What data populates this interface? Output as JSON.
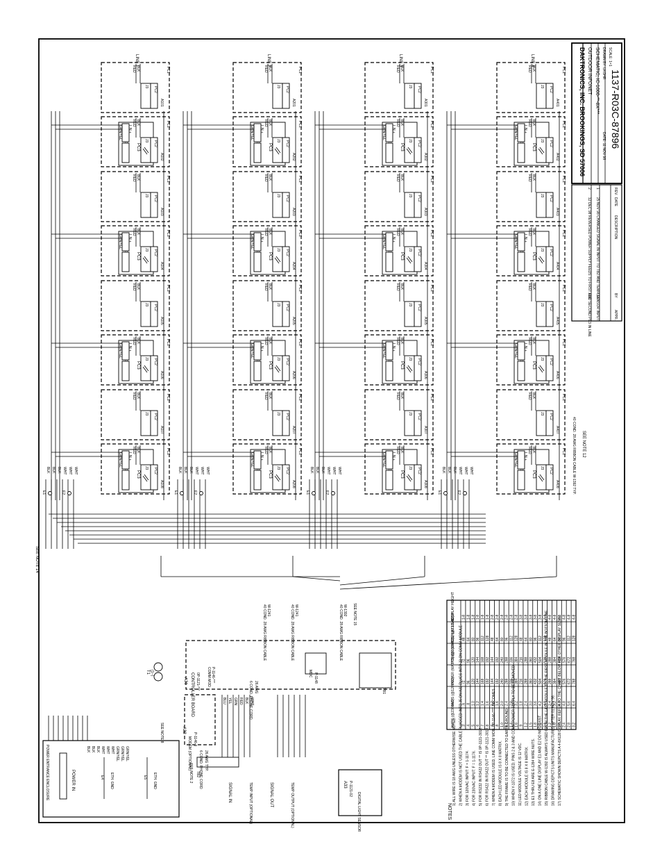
{
  "title_block": {
    "company": "DAKTRONICS, INC.   BROOKINGS, SD 57006",
    "project_label": "PROJ:",
    "project": "OUTDOOR INFONET",
    "title_label": "TITLE:",
    "title": "SCHEMATIC; IC-1000-**-8X***",
    "drawn_by": "DRAWN BY: LKOHR",
    "date": "DATE: 11 NOV 98",
    "scale": "SCALE: 1=1",
    "drawing_number": "1137-R03C-87896"
  },
  "revisions": {
    "headers": [
      "REV.",
      "DATE",
      "DESCRIPTION",
      "BY",
      "APPR."
    ],
    "rows": [
      [
        "2",
        "12 DEC 98",
        "REVERSED POWER SUPPLY FEEDS TO FIRST AND SECOND PC3 IN LINE",
        "LLK",
        ""
      ],
      [
        "1",
        "25 NOV 98",
        "CHANGED SIGNAL IN INPUT TO TB2 AND TEMP SENSOR INPUT",
        "LLK",
        ""
      ]
    ]
  },
  "lines": [
    {
      "label": "LINE 1",
      "prefix": "A1"
    },
    {
      "label": "LINE 2",
      "prefix": "A2"
    },
    {
      "label": "LINE 3",
      "prefix": "A3"
    },
    {
      "label": "LINE 4",
      "prefix": "A4"
    }
  ],
  "module": {
    "pc1": "PC1",
    "pc2": "PC2",
    "pc3": "PC3",
    "j3": "J3",
    "j2": "J2",
    "j1": "J1",
    "p1": "P1",
    "pins6": "1 2 3 4 5 6",
    "pins3": "1 2 3",
    "lnplus": "L N +",
    "blk": "BLK",
    "red": "RED",
    "grnyel": "GRN/YEL"
  },
  "feeds": {
    "wire_labels": [
      "BLK",
      "BLK",
      "BLK",
      "WHT",
      "WHT",
      "WHT"
    ],
    "e1": "E1",
    "e2": "E2",
    "see_note_14": "SEE NOTE 14",
    "see_note_12": "SEE NOTE 12",
    "ribbon_typ": "40 COND. 28 AWG RIBBON CABLE W-1392 TYP."
  },
  "power": {
    "enclosure": "POWER ENTRANCE ENCLOSURE",
    "power_in": "POWER IN",
    "e4": "E4",
    "e5": "E5",
    "eth_gnd_1": "ETH. GND",
    "eth_gnd_2": "ETH. GND",
    "wires": [
      "BLK",
      "BLK",
      "BLK",
      "WHT",
      "WHT",
      "WHT",
      "GRN/YEL",
      "GRN/YEL",
      "GRN/YEL"
    ]
  },
  "controller": {
    "a31": "A31",
    "board": "CONTROLLER BOARD",
    "part": "0P-1121-***",
    "comm_mod": "COMM MOD",
    "comm_part": "P-1146-***",
    "modem": "A32",
    "modem_label": "MODEM (OPTIONAL)",
    "modem_part": "P-1146-3",
    "mdc": "MDC",
    "mdc_part": "P-1148",
    "tb2": "TB2",
    "tb1": "TB1",
    "t1": "T1",
    "t1_val": "(1--)",
    "see_note_8": "SEE NOTE 8",
    "see_note_2": "SEE NOTE 2",
    "see_note_15": "SEE NOTE 15",
    "cord": "6 COND. PHONE CORD",
    "cord_awg": "26 AWG TYP.",
    "cord2": "6 COND. PHONE CORD",
    "cord2_awg": "26 AWG",
    "w1": "W-1241",
    "w2": "W-1241",
    "w3": "W-1392",
    "ribbon": "40 COND. 28 AWG RIBBON CABLE",
    "signal_in": "SIGNAL IN",
    "signal_out": "SIGNAL OUT",
    "temp_input": "TEMP INPUT (OPTIONAL)",
    "temp_output": "TEMP OUTPUT (OPTIONAL)",
    "a33": "A33",
    "a33_part": "P-1121-02",
    "sensor": "DIGITAL LIGHT SENSOR",
    "wire_colors": [
      "BLU",
      "YEL",
      "GRN",
      "RED",
      "BLK",
      "WHT"
    ]
  },
  "notes": {
    "heading": "NOTES",
    "items": [
      "1) ALL WIRE IS 18 AWG UNLESS OTHERWISE NOTED.",
      "2) WHEN A MODEM IS NOT USED THE CABLE PLUGGED INTO J5 ON A32 PLUGS INTO J3 ON COMM MODULE.",
      "3) FOR 120VAC INPUT: F = 1-1174.",
      "4) FOR 230VAC INPUT: F = 1-1176.",
      "5) FOR RS232 IN RS422 OUT ** IS 0P-1121-3012.",
      "6) FOR RS422 IN RS422 OUT ** IS 0P-1121-3013.",
      "7) WHEN A MODEM IS USED, LINE COMM MOD. 0P-1146-**** BECOMES.",
      "8) EACH LED MODULE IS 8 X 8 MATRIX.",
      "9) THE FRAME IS TO BE CONNECTED TO EARTH GROUND.",
      "10) WHEN Y-1372 IS USED, PINS 2 & 3 AND COMM POWER SUPPLY TO BE REMOVED.",
      "11) LED MODULE VOLTAGE IS 12 VDC.",
      "12) EACH MODULE IS 8 X 8 MATRIX.",
      "13) E1 THRU E8 ARE E-1284 WIRE NUTS.",
      "14) ON A ONE LINE DISPLAY E1 AND E2 DO NOT EXIST.",
      "15) RIBBON CABLE W-1392 IS ALWAYS USED FROM THE LAST MODULE TO THE FIRST MODULE IN THE BOTTOM LINE.",
      "16) DRAWING DEPICTS UNITS MANUFACTURED AFTER 01 NOV 98.",
      "17) SCHEMATIC SHOWN DEPICTS A 4-8X128 DISPLAY. REFER TO THE CHART BELOW FOR OTHER DISPLAY SIZES."
    ]
  },
  "chart": {
    "headers": [
      "DISPLAY HEIGHT",
      "DISPLAY LENGTH",
      "POWER (WATTS) (@120VAC)",
      "POWER (WATTS) (@230VAC)",
      "AMPS (@120VAC)",
      "AMPS (@230VAC)"
    ],
    "rows": [
      [
        "1-8",
        "48",
        "72",
        "72",
        ".6",
        ".3"
      ],
      [
        "1-8",
        "64",
        "96",
        "96",
        ".8",
        ".4"
      ],
      [
        "1-8",
        "80",
        "120",
        "120",
        "1.0",
        ".5"
      ],
      [
        "1-8",
        "96",
        "144",
        "144",
        "1.2",
        ".6"
      ],
      [
        "1-8",
        "112",
        "168",
        "168",
        "1.4",
        ".7"
      ],
      [
        "1-8",
        "128",
        "192",
        "192",
        "1.6",
        ".8"
      ],
      [
        "2-8",
        "48",
        "144",
        "144",
        "1.2",
        ".6"
      ],
      [
        "2-8",
        "64",
        "192",
        "192",
        "1.6",
        ".8"
      ],
      [
        "2-8",
        "80",
        "240",
        "240",
        "2.0",
        "1.0"
      ],
      [
        "2-8",
        "96",
        "288",
        "288",
        "2.4",
        "1.2"
      ],
      [
        "2-8",
        "112",
        "336",
        "336",
        "2.8",
        "1.4"
      ],
      [
        "2-8",
        "128",
        "384",
        "384",
        "3.2",
        "1.6"
      ],
      [
        "3-8",
        "48",
        "216",
        "216",
        "1.8",
        ".9"
      ],
      [
        "3-8",
        "64",
        "288",
        "288",
        "2.4",
        "1.2"
      ],
      [
        "3-8",
        "80",
        "360",
        "360",
        "3.0",
        "1.5"
      ],
      [
        "3-8",
        "96",
        "432",
        "432",
        "3.6",
        "1.8"
      ],
      [
        "3-8",
        "112",
        "504",
        "504",
        "4.2",
        "2.1"
      ],
      [
        "3-8",
        "128",
        "576",
        "576",
        "4.8",
        "2.4"
      ],
      [
        "4-8",
        "48",
        "288",
        "288",
        "2.4",
        "1.2"
      ],
      [
        "4-8",
        "64",
        "384",
        "384",
        "3.2",
        "1.6"
      ],
      [
        "4-8",
        "80",
        "480",
        "480",
        "4.0",
        "2.0"
      ],
      [
        "4-8",
        "96",
        "576",
        "576",
        "4.8",
        "2.4"
      ],
      [
        "4-8",
        "112",
        "672",
        "672",
        "5.6",
        "2.8"
      ],
      [
        "4-8",
        "128",
        "768",
        "768",
        "6.4",
        "3.2"
      ]
    ]
  }
}
